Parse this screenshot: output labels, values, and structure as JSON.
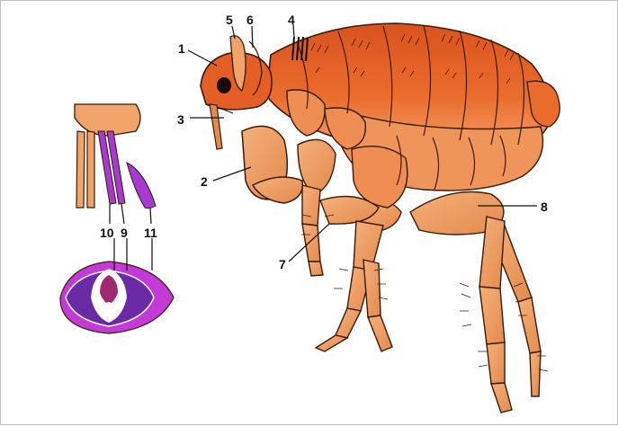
{
  "figure": {
    "subject": "flea-anatomy",
    "labels": [
      "1",
      "2",
      "3",
      "4",
      "5",
      "6",
      "7",
      "8",
      "9",
      "10",
      "11"
    ],
    "colors": {
      "body_orange": "#e8672a",
      "body_light": "#f29a5c",
      "leg_tan": "#f0a46a",
      "outline": "#3a1a08",
      "eye": "#1a0b05",
      "mouthpart_purple": "#a63ad1",
      "section_magenta": "#c43ad6",
      "section_violet": "#6a2aa6",
      "section_dark": "#a0286e"
    }
  }
}
